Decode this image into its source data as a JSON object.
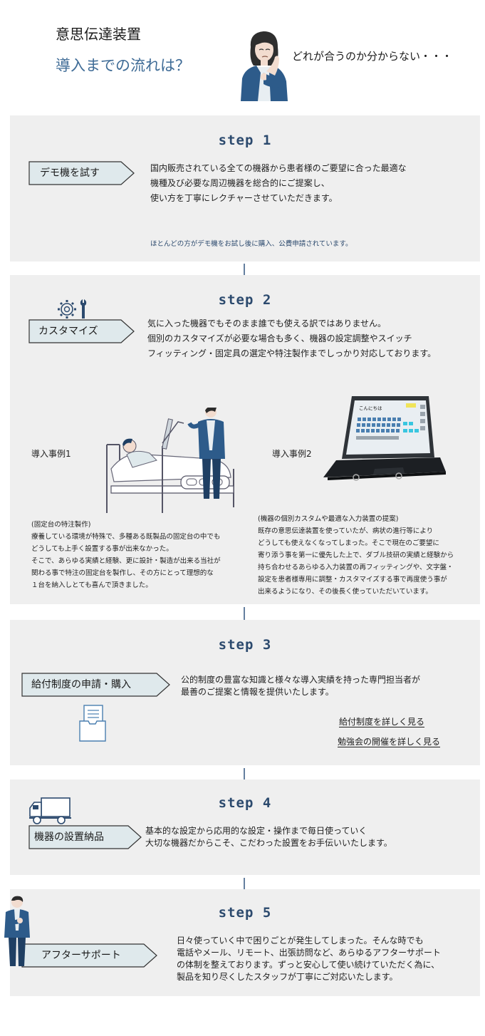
{
  "header": {
    "title": "意思伝達装置",
    "subtitle": "導入までの流れは？",
    "speech": "どれが合うのか分からない・・・"
  },
  "steps": [
    {
      "title": "step 1",
      "tag": "デモ機を試す",
      "lines": [
        "国内販売されている全ての機器から患者様のご要望に合った最適な",
        "機種及び必要な周辺機器を総合的にご提案し、",
        "使い方を丁寧にレクチャーさせていただきます。"
      ],
      "note": "ほとんどの方がデモ機をお試し後に購入、公費申請されています。"
    },
    {
      "title": "step 2",
      "tag": "カスタマイズ",
      "lines": [
        "気に入った機器でもそのまま誰でも使える訳ではありません。",
        "個別のカスタマイズが必要な場合も多く、機器の設定調整やスイッチ",
        "フィッティング・固定具の選定や特注製作までしっかり対応しております。"
      ],
      "cases": [
        {
          "label": "導入事例1",
          "lines": [
            "(固定台の特注製作)",
            "療養している環境が特殊で、多種ある既製品の固定台の中でも",
            "どうしても上手く設置する事が出来なかった。",
            "そこで、あらゆる実績と経験、更に設計・製造が出来る当社が",
            "関わる事で特注の固定台を製作し、その方にとって理想的な",
            "１台を納入しとても喜んで頂きました。"
          ]
        },
        {
          "label": "導入事例2",
          "screen_text": "こんにちは",
          "lines": [
            "(機器の個別カスタムや最適な入力装置の提案)",
            "既存の意思伝達装置を使っていたが、病状の進行等により",
            "どうしても使えなくなってしまった。そこで現在のご要望に",
            "寄り添う事を第一に優先した上で、ダブル技研の実績と経験から",
            "持ち合わせるあらゆる入力装置の再フィッティングや、文字盤・",
            "設定を患者様専用に調整・カスタマイズする事で再度使う事が",
            "出来るようになり、その後長く使っていただいています。"
          ]
        }
      ]
    },
    {
      "title": "step 3",
      "tag": "給付制度の申請・購入",
      "lines": [
        "公的制度の豊富な知識と様々な導入実績を持った専門担当者が",
        "最善のご提案と情報を提供いたします。"
      ],
      "links": [
        "給付制度を詳しく見る",
        "勉強会の開催を詳しく見る"
      ]
    },
    {
      "title": "step 4",
      "tag": "機器の設置納品",
      "lines": [
        "基本的な設定から応用的な設定・操作まで毎日使っていく",
        "大切な機器だからこそ、こだわった設置をお手伝いいたします。"
      ]
    },
    {
      "title": "step 5",
      "tag": "アフターサポート",
      "lines": [
        "日々使っていく中で困りごとが発生してしまった。そんな時でも",
        "電話やメール、リモート、出張訪問など、あらゆるアフターサポート",
        "の体制を整えております。ずっと安心して使い続けていただく為に、",
        "製品を知り尽くしたスタッフが丁寧にご対応いたします。"
      ]
    }
  ],
  "colors": {
    "panel": "#efefef",
    "tag_fill": "#dfe9ec",
    "step_title": "#2c4a6e",
    "arrow": "#3d5f87",
    "figure_navy": "#1f3f63"
  }
}
